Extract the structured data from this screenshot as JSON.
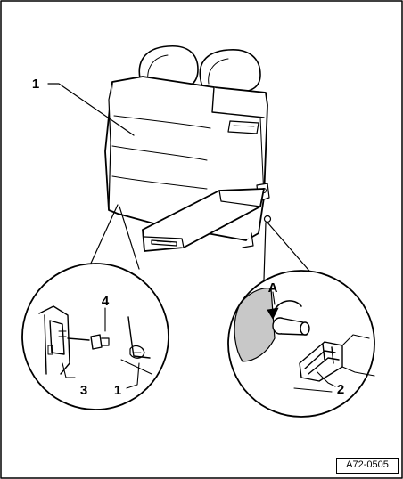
{
  "callouts": {
    "main_seat": "1",
    "detail_left_bolt": "4",
    "detail_left_bracket": "3",
    "detail_left_backrest": "1",
    "detail_right_arrow": "A",
    "detail_right_latch": "2"
  },
  "figure_code": "A72-0505",
  "colors": {
    "line": "#000000",
    "fill": "#ffffff",
    "shade": "#c8c8c8"
  }
}
